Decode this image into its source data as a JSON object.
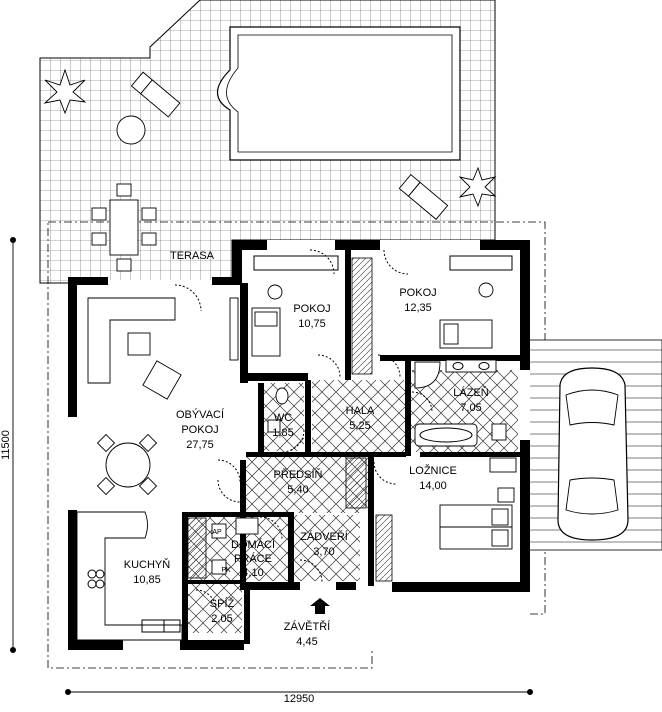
{
  "rooms": {
    "terasa": {
      "name": "TERASA"
    },
    "pokoj1": {
      "name": "POKOJ",
      "area": "10,75"
    },
    "pokoj2": {
      "name": "POKOJ",
      "area": "12,35"
    },
    "obyvaci": {
      "name1": "OBÝVACÍ",
      "name2": "POKOJ",
      "area": "27,75"
    },
    "wc": {
      "name": "WC",
      "area": "1,85"
    },
    "hala": {
      "name": "HALA",
      "area": "5,25"
    },
    "lazen": {
      "name": "LÁZEŇ",
      "area": "7,05"
    },
    "predsin": {
      "name": "PŘEDSÍŇ",
      "area": "5,40"
    },
    "loznice": {
      "name": "LOŽNICE",
      "area": "14,00"
    },
    "domaci": {
      "name1": "DOMÁCÍ",
      "name2": "PRÁCE",
      "area": "4,10"
    },
    "zadveri": {
      "name": "ZÁDVEŘÍ",
      "area": "3,70"
    },
    "kuchyn": {
      "name": "KUCHYŇ",
      "area": "10,85"
    },
    "spiz": {
      "name": "SPÍŽ",
      "area": "2,05"
    },
    "zavetri": {
      "name": "ZÁVĚTŘÍ",
      "area": "4,45"
    }
  },
  "labels": {
    "ap": "AP",
    "pk": "PK"
  },
  "dimensions": {
    "width": "12950",
    "height": "11500"
  }
}
